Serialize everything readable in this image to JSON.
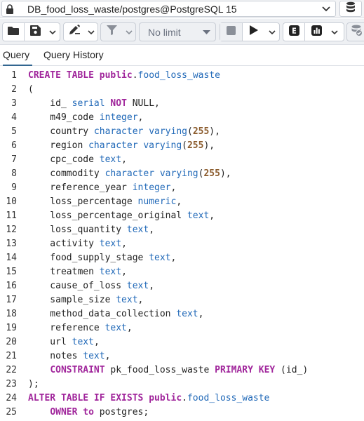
{
  "connection": {
    "title": "DB_food_loss_waste/postgres@PostgreSQL 15",
    "lock_icon": "lock-icon",
    "dropdown_icon": "chevron-down-icon",
    "db_icon": "database-icon"
  },
  "toolbar": {
    "open_icon": "folder-icon",
    "save_icon": "save-icon",
    "edit_icon": "pencil-icon",
    "filter_icon": "filter-icon",
    "limit_label": "No limit",
    "stop_icon": "stop-icon",
    "execute_icon": "play-icon",
    "explain_icon": "explain-icon",
    "explain_analyze_icon": "chart-icon",
    "commit_icon": "commit-icon"
  },
  "tabs": {
    "query": "Query",
    "history": "Query History"
  },
  "colors": {
    "keyword": "#a0259b",
    "type": "#2169b8",
    "number": "#8a5a2b",
    "accent": "#326690"
  },
  "editor": {
    "lines": [
      {
        "num": "1",
        "tokens": [
          {
            "c": "k",
            "t": "CREATE TABLE "
          },
          {
            "c": "k",
            "t": "public"
          },
          {
            "c": "p",
            "t": "."
          },
          {
            "c": "t",
            "t": "food_loss_waste"
          }
        ]
      },
      {
        "num": "2",
        "tokens": [
          {
            "c": "p",
            "t": "("
          }
        ]
      },
      {
        "num": "3",
        "tokens": [
          {
            "c": "idf",
            "t": "    id_ "
          },
          {
            "c": "t",
            "t": "serial "
          },
          {
            "c": "k",
            "t": "NOT "
          },
          {
            "c": "idf",
            "t": "NULL,"
          }
        ]
      },
      {
        "num": "4",
        "tokens": [
          {
            "c": "idf",
            "t": "    m49_code "
          },
          {
            "c": "t",
            "t": "integer"
          },
          {
            "c": "p",
            "t": ","
          }
        ]
      },
      {
        "num": "5",
        "tokens": [
          {
            "c": "idf",
            "t": "    country "
          },
          {
            "c": "t",
            "t": "character varying"
          },
          {
            "c": "p",
            "t": "("
          },
          {
            "c": "n",
            "t": "255"
          },
          {
            "c": "p",
            "t": "),"
          }
        ]
      },
      {
        "num": "6",
        "tokens": [
          {
            "c": "idf",
            "t": "    region "
          },
          {
            "c": "t",
            "t": "character varying"
          },
          {
            "c": "p",
            "t": "("
          },
          {
            "c": "n",
            "t": "255"
          },
          {
            "c": "p",
            "t": "),"
          }
        ]
      },
      {
        "num": "7",
        "tokens": [
          {
            "c": "idf",
            "t": "    cpc_code "
          },
          {
            "c": "t",
            "t": "text"
          },
          {
            "c": "p",
            "t": ","
          }
        ]
      },
      {
        "num": "8",
        "tokens": [
          {
            "c": "idf",
            "t": "    commodity "
          },
          {
            "c": "t",
            "t": "character varying"
          },
          {
            "c": "p",
            "t": "("
          },
          {
            "c": "n",
            "t": "255"
          },
          {
            "c": "p",
            "t": "),"
          }
        ]
      },
      {
        "num": "9",
        "tokens": [
          {
            "c": "idf",
            "t": "    reference_year "
          },
          {
            "c": "t",
            "t": "integer"
          },
          {
            "c": "p",
            "t": ","
          }
        ]
      },
      {
        "num": "10",
        "tokens": [
          {
            "c": "idf",
            "t": "    loss_percentage "
          },
          {
            "c": "t",
            "t": "numeric"
          },
          {
            "c": "p",
            "t": ","
          }
        ]
      },
      {
        "num": "11",
        "tokens": [
          {
            "c": "idf",
            "t": "    loss_percentage_original "
          },
          {
            "c": "t",
            "t": "text"
          },
          {
            "c": "p",
            "t": ","
          }
        ]
      },
      {
        "num": "12",
        "tokens": [
          {
            "c": "idf",
            "t": "    loss_quantity "
          },
          {
            "c": "t",
            "t": "text"
          },
          {
            "c": "p",
            "t": ","
          }
        ]
      },
      {
        "num": "13",
        "tokens": [
          {
            "c": "idf",
            "t": "    activity "
          },
          {
            "c": "t",
            "t": "text"
          },
          {
            "c": "p",
            "t": ","
          }
        ]
      },
      {
        "num": "14",
        "tokens": [
          {
            "c": "idf",
            "t": "    food_supply_stage "
          },
          {
            "c": "t",
            "t": "text"
          },
          {
            "c": "p",
            "t": ","
          }
        ]
      },
      {
        "num": "15",
        "tokens": [
          {
            "c": "idf",
            "t": "    treatmen "
          },
          {
            "c": "t",
            "t": "text"
          },
          {
            "c": "p",
            "t": ","
          }
        ]
      },
      {
        "num": "16",
        "tokens": [
          {
            "c": "idf",
            "t": "    cause_of_loss "
          },
          {
            "c": "t",
            "t": "text"
          },
          {
            "c": "p",
            "t": ","
          }
        ]
      },
      {
        "num": "17",
        "tokens": [
          {
            "c": "idf",
            "t": "    sample_size "
          },
          {
            "c": "t",
            "t": "text"
          },
          {
            "c": "p",
            "t": ","
          }
        ]
      },
      {
        "num": "18",
        "tokens": [
          {
            "c": "idf",
            "t": "    method_data_collection "
          },
          {
            "c": "t",
            "t": "text"
          },
          {
            "c": "p",
            "t": ","
          }
        ]
      },
      {
        "num": "19",
        "tokens": [
          {
            "c": "idf",
            "t": "    reference "
          },
          {
            "c": "t",
            "t": "text"
          },
          {
            "c": "p",
            "t": ","
          }
        ]
      },
      {
        "num": "20",
        "tokens": [
          {
            "c": "idf",
            "t": "    url "
          },
          {
            "c": "t",
            "t": "text"
          },
          {
            "c": "p",
            "t": ","
          }
        ]
      },
      {
        "num": "21",
        "tokens": [
          {
            "c": "idf",
            "t": "    notes "
          },
          {
            "c": "t",
            "t": "text"
          },
          {
            "c": "p",
            "t": ","
          }
        ]
      },
      {
        "num": "22",
        "tokens": [
          {
            "c": "idf",
            "t": "    "
          },
          {
            "c": "k",
            "t": "CONSTRAINT "
          },
          {
            "c": "idf",
            "t": "pk_food_loss_waste "
          },
          {
            "c": "k",
            "t": "PRIMARY KEY "
          },
          {
            "c": "p",
            "t": "(id_)"
          }
        ]
      },
      {
        "num": "23",
        "tokens": [
          {
            "c": "p",
            "t": ");"
          }
        ]
      },
      {
        "num": "24",
        "tokens": [
          {
            "c": "k",
            "t": "ALTER TABLE IF EXISTS "
          },
          {
            "c": "k",
            "t": "public"
          },
          {
            "c": "p",
            "t": "."
          },
          {
            "c": "t",
            "t": "food_loss_waste"
          }
        ]
      },
      {
        "num": "25",
        "tokens": [
          {
            "c": "idf",
            "t": "    "
          },
          {
            "c": "k",
            "t": "OWNER to "
          },
          {
            "c": "idf",
            "t": "postgres;"
          }
        ]
      }
    ]
  }
}
